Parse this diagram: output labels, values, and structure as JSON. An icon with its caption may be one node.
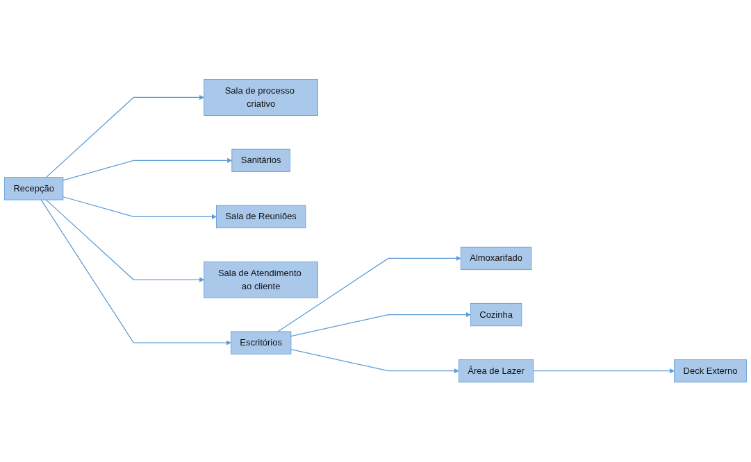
{
  "diagram": {
    "nodes": [
      {
        "text": [
          "Recepção"
        ]
      },
      {
        "text": [
          "Sala de processo criativo"
        ]
      },
      {
        "text": [
          "Sanitários"
        ]
      },
      {
        "text": [
          "Sala de Reuniões"
        ]
      },
      {
        "text": [
          "Sala de Atendimento ao cliente"
        ]
      },
      {
        "text": [
          "Escritórios"
        ]
      },
      {
        "text": [
          "Almoxarifado"
        ]
      },
      {
        "text": [
          "Cozinha"
        ]
      },
      {
        "text": [
          "Área de Lazer"
        ]
      },
      {
        "text": [
          "Deck Externo"
        ]
      }
    ],
    "edges": [
      {
        "from": 0,
        "to": 1,
        "arrow": "to"
      },
      {
        "from": 0,
        "to": 2,
        "arrow": "to"
      },
      {
        "from": 0,
        "to": 3,
        "arrow": "to"
      },
      {
        "from": 0,
        "to": 4,
        "arrow": "to"
      },
      {
        "from": 0,
        "to": 5,
        "arrow": "to"
      },
      {
        "from": 5,
        "to": 6,
        "arrow": "to"
      },
      {
        "from": 5,
        "to": 7,
        "arrow": "to"
      },
      {
        "from": 5,
        "to": 8,
        "arrow": "to"
      },
      {
        "from": 8,
        "to": 9,
        "arrow": "to"
      }
    ]
  }
}
